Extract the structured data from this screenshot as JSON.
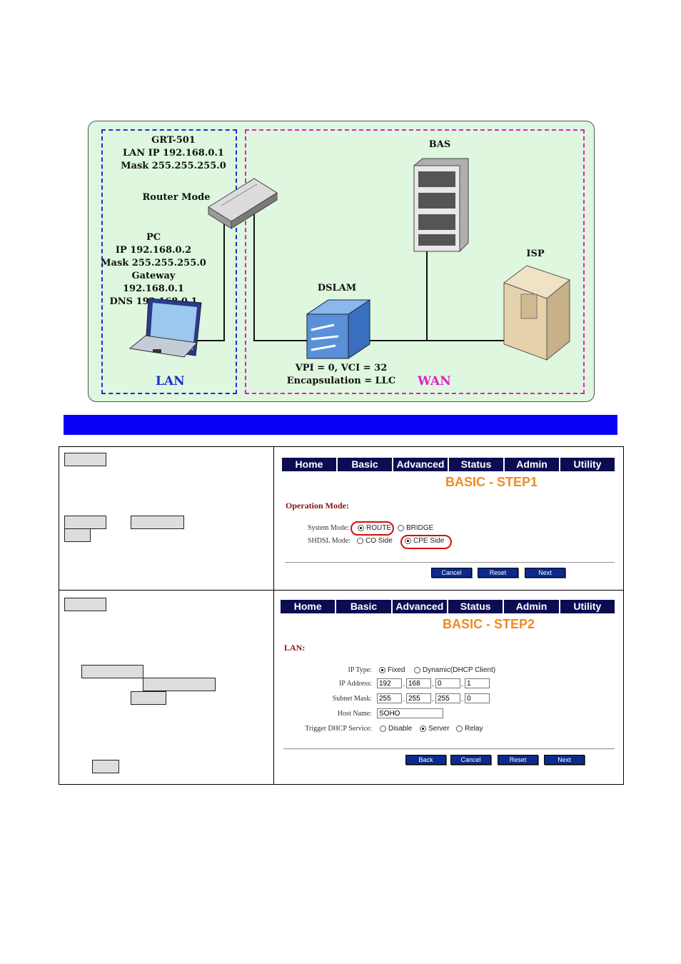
{
  "diagram": {
    "router_name": "GRT-501",
    "router_lan_ip": "LAN IP 192.168.0.1",
    "router_mask": "Mask 255.255.255.0",
    "router_mode": "Router Mode",
    "pc_title": "PC",
    "pc_ip": "IP 192.168.0.2",
    "pc_mask": "Mask 255.255.255.0",
    "pc_gateway": "Gateway 192.168.0.1",
    "pc_dns": "DNS 192.168.0.1",
    "bas": "BAS",
    "isp": "ISP",
    "dslam": "DSLAM",
    "vpi_vci": "VPI = 0, VCI = 32",
    "encapsulation": "Encapsulation = LLC",
    "lan": "LAN",
    "wan": "WAN"
  },
  "step1": {
    "nav": [
      "Home",
      "Basic",
      "Advanced",
      "Status",
      "Admin",
      "Utility"
    ],
    "title": "BASIC - STEP1",
    "section": "Operation Mode:",
    "system_mode_label": "System Mode:",
    "route": "ROUTE",
    "bridge": "BRIDGE",
    "shdsl_label": "SHDSL Mode:",
    "co_side": "CO Side",
    "cpe_side": "CPE Side",
    "buttons": [
      "Cancel",
      "Reset",
      "Next"
    ]
  },
  "step2": {
    "nav": [
      "Home",
      "Basic",
      "Advanced",
      "Status",
      "Admin",
      "Utility"
    ],
    "title": "BASIC - STEP2",
    "section": "LAN:",
    "ip_type_label": "IP Type:",
    "fixed": "Fixed",
    "dynamic": "Dynamic(DHCP Client)",
    "ip_label": "IP Address:",
    "ip": [
      "192",
      "168",
      "0",
      "1"
    ],
    "mask_label": "Subnet Mask:",
    "mask": [
      "255",
      "255",
      "255",
      "0"
    ],
    "host_label": "Host Name:",
    "host": "SOHO",
    "dhcp_label": "Trigger DHCP Service:",
    "disable": "Disable",
    "server": "Server",
    "relay": "Relay",
    "buttons": [
      "Back",
      "Cancel",
      "Reset",
      "Next"
    ]
  }
}
